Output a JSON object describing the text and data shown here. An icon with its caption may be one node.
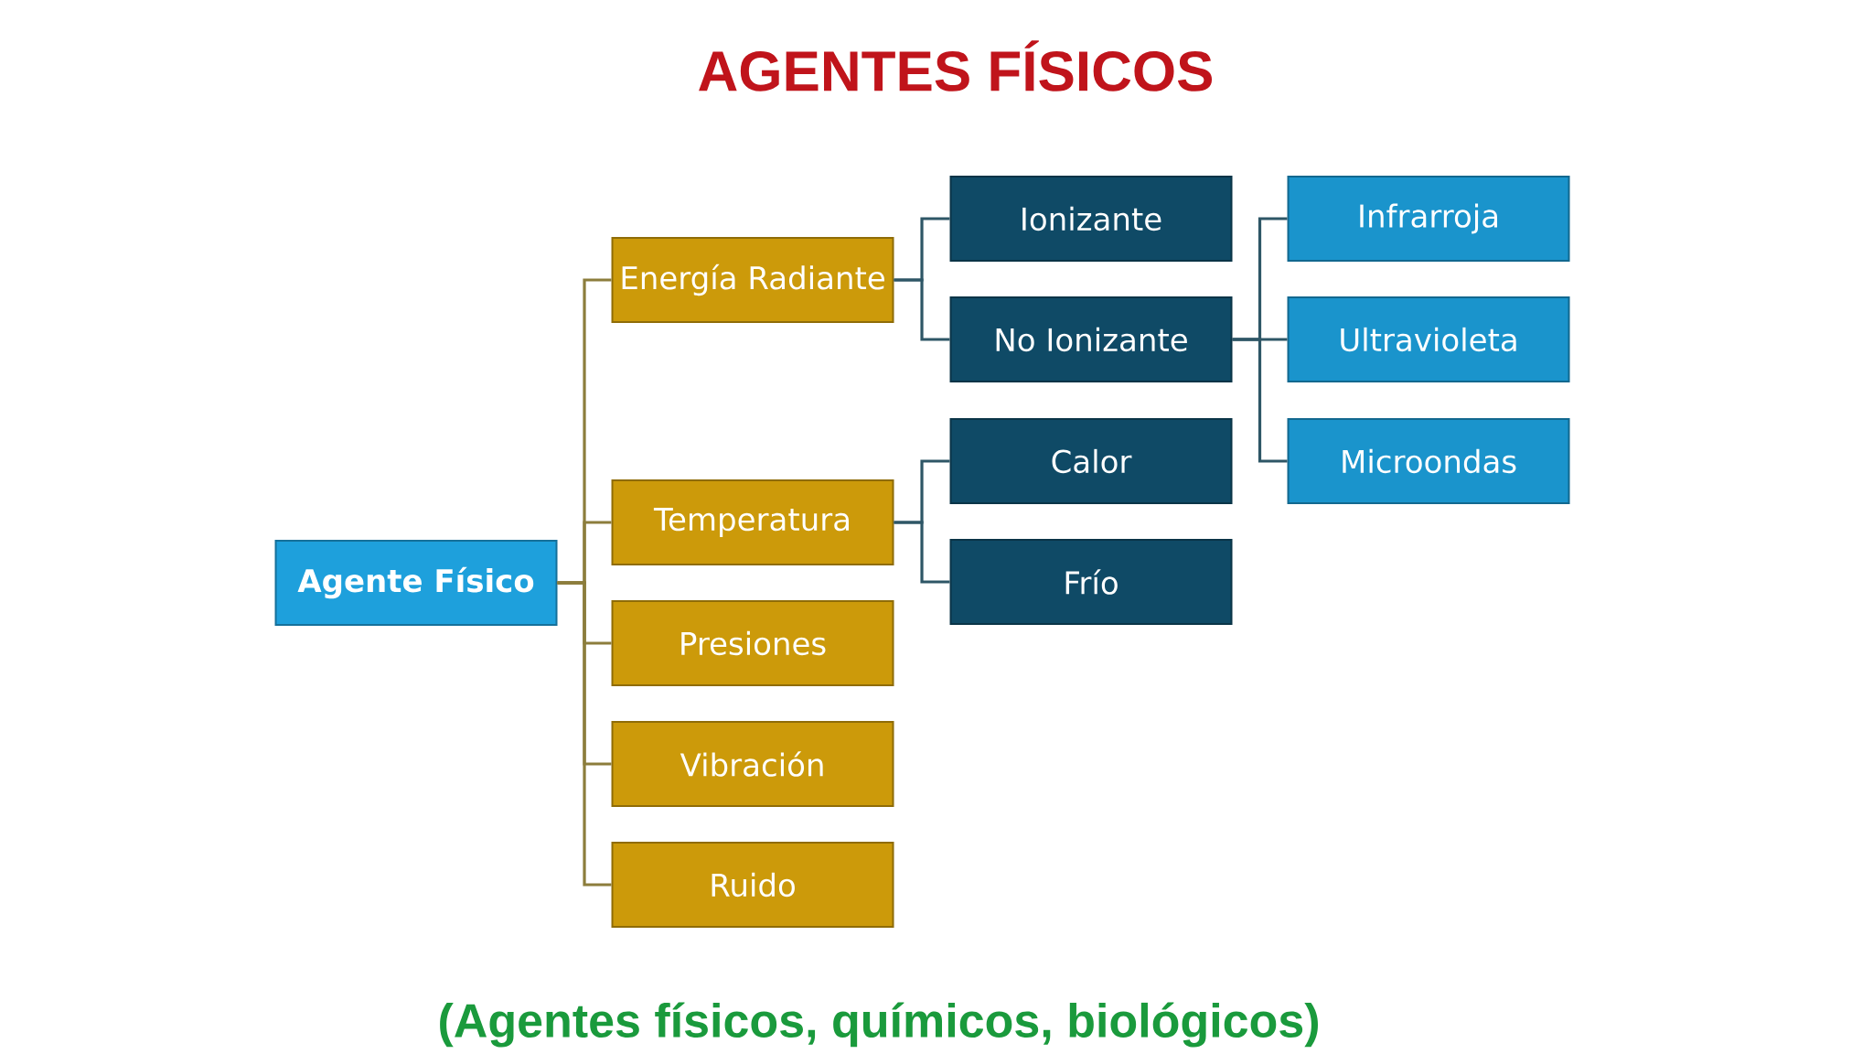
{
  "diagram": {
    "title": "AGENTES FÍSICOS",
    "caption": "(Agentes físicos, químicos, biológicos)",
    "nodes": [
      {
        "text": [
          "Agente Físico"
        ]
      },
      {
        "text": [
          "Energía Radiante"
        ]
      },
      {
        "text": [
          "Ionizante"
        ]
      },
      {
        "text": [
          "Infrarroja"
        ]
      },
      {
        "text": [
          "No Ionizante"
        ]
      },
      {
        "text": [
          "Ultravioleta"
        ]
      },
      {
        "text": [
          "Calor"
        ]
      },
      {
        "text": [
          "Microondas"
        ]
      },
      {
        "text": [
          "Temperatura"
        ]
      },
      {
        "text": [
          "Frío"
        ]
      },
      {
        "text": [
          "Presiones"
        ]
      },
      {
        "text": [
          "Vibración"
        ]
      },
      {
        "text": [
          "Ruido"
        ]
      }
    ],
    "edges": [
      {
        "from": 0,
        "to": 1,
        "arrow": "none",
        "color": "#8c7d3c"
      },
      {
        "from": 0,
        "to": 8,
        "arrow": "none",
        "color": "#8c7d3c"
      },
      {
        "from": 0,
        "to": 10,
        "arrow": "none",
        "color": "#8c7d3c"
      },
      {
        "from": 0,
        "to": 11,
        "arrow": "none",
        "color": "#8c7d3c"
      },
      {
        "from": 0,
        "to": 12,
        "arrow": "none",
        "color": "#8c7d3c"
      },
      {
        "from": 1,
        "to": 2,
        "arrow": "none"
      },
      {
        "from": 1,
        "to": 4,
        "arrow": "none"
      },
      {
        "from": 4,
        "to": 3,
        "arrow": "none"
      },
      {
        "from": 4,
        "to": 5,
        "arrow": "none"
      },
      {
        "from": 4,
        "to": 7,
        "arrow": "none"
      },
      {
        "from": 8,
        "to": 6,
        "arrow": "none"
      },
      {
        "from": 8,
        "to": 9,
        "arrow": "none"
      }
    ]
  }
}
